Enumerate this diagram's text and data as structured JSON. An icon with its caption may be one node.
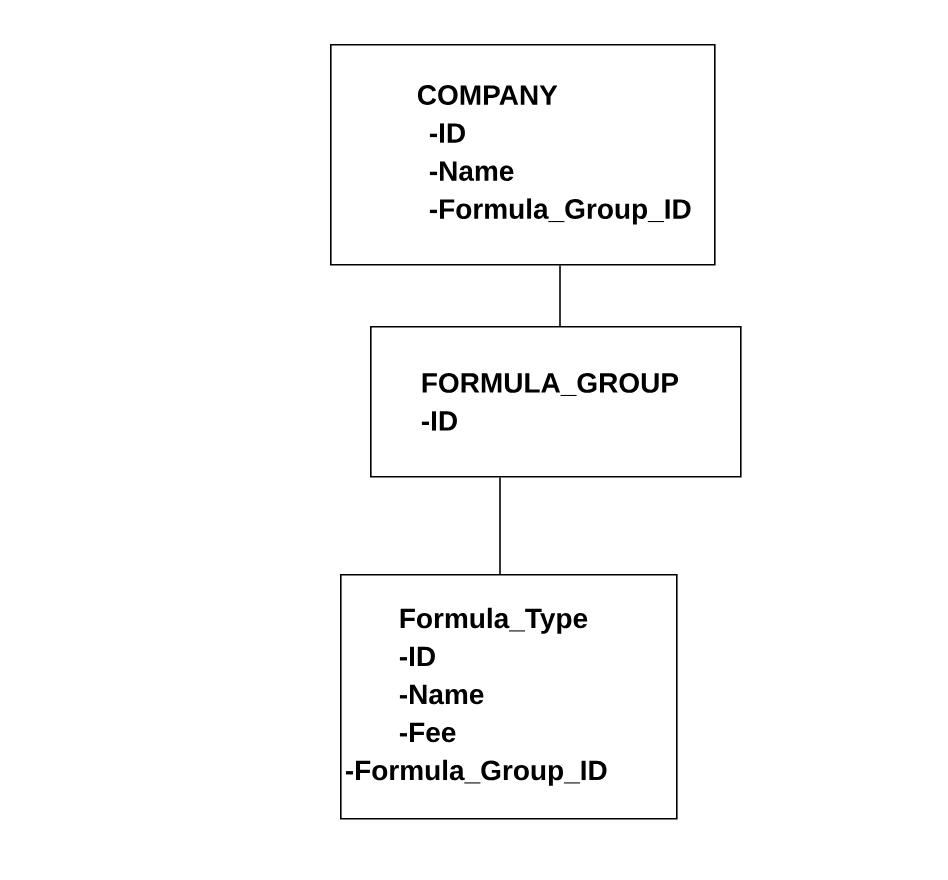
{
  "diagram": {
    "nodes": [
      {
        "text": [
          "COMPANY",
          "-ID",
          "-Name",
          "-Formula_Group_ID"
        ]
      },
      {
        "text": [
          "FORMULA_GROUP",
          "-ID"
        ]
      },
      {
        "text": [
          "Formula_Type",
          "-ID",
          "-Name",
          "-Fee",
          "-Formula_Group_ID"
        ]
      }
    ],
    "edges": [
      {
        "from": 0,
        "to": 1,
        "arrow": "none"
      },
      {
        "from": 1,
        "to": 2,
        "arrow": "none"
      }
    ]
  }
}
